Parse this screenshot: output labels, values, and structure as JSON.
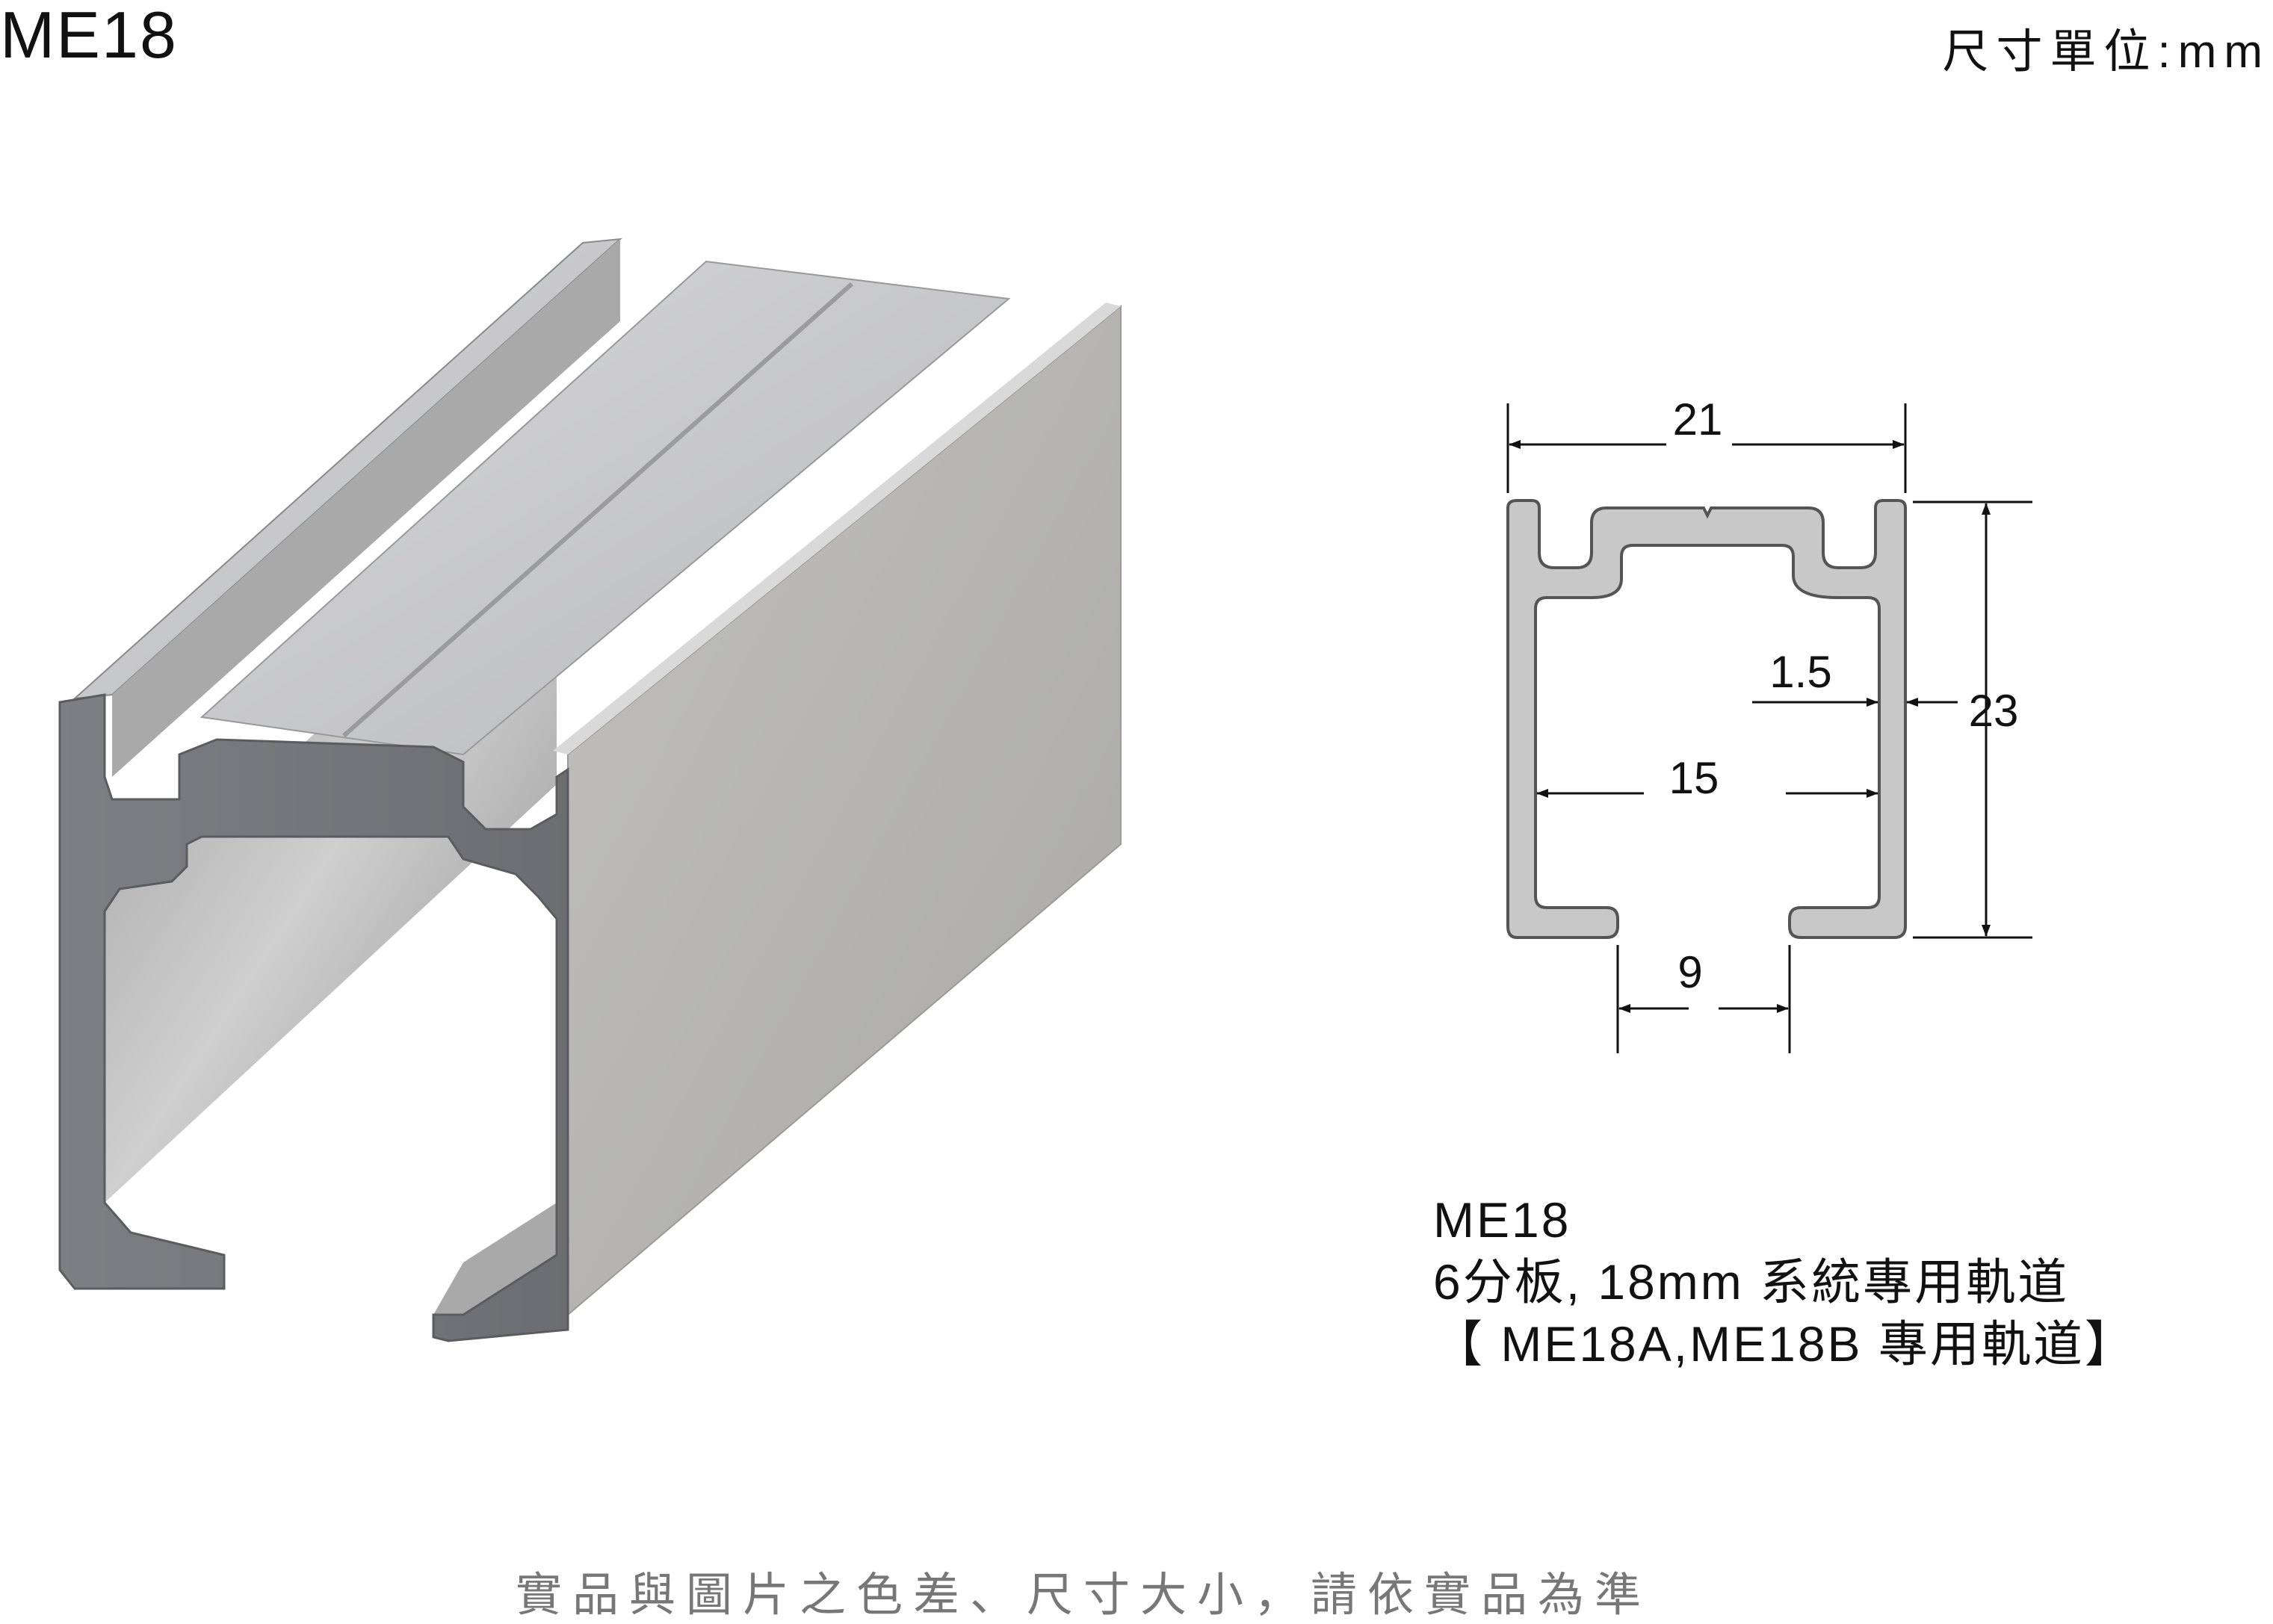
{
  "header": {
    "model": "ME18",
    "unit": "尺寸單位:mm"
  },
  "drawing": {
    "dimensions": {
      "overall_width": "21",
      "height": "23",
      "wall_thickness": "1.5",
      "inner_width": "15",
      "opening": "9"
    },
    "colors": {
      "profile_fill": "#c8c8c8",
      "profile_stroke": "#555555",
      "dim_line": "#111111"
    }
  },
  "description": {
    "line1": "ME18",
    "line2": "6分板, 18mm 系統專用軌道",
    "line3": "【 ME18A,ME18B 專用軌道】"
  },
  "footer": {
    "note": "實品與圖片之色差、尺寸大小，請依實品為準"
  }
}
